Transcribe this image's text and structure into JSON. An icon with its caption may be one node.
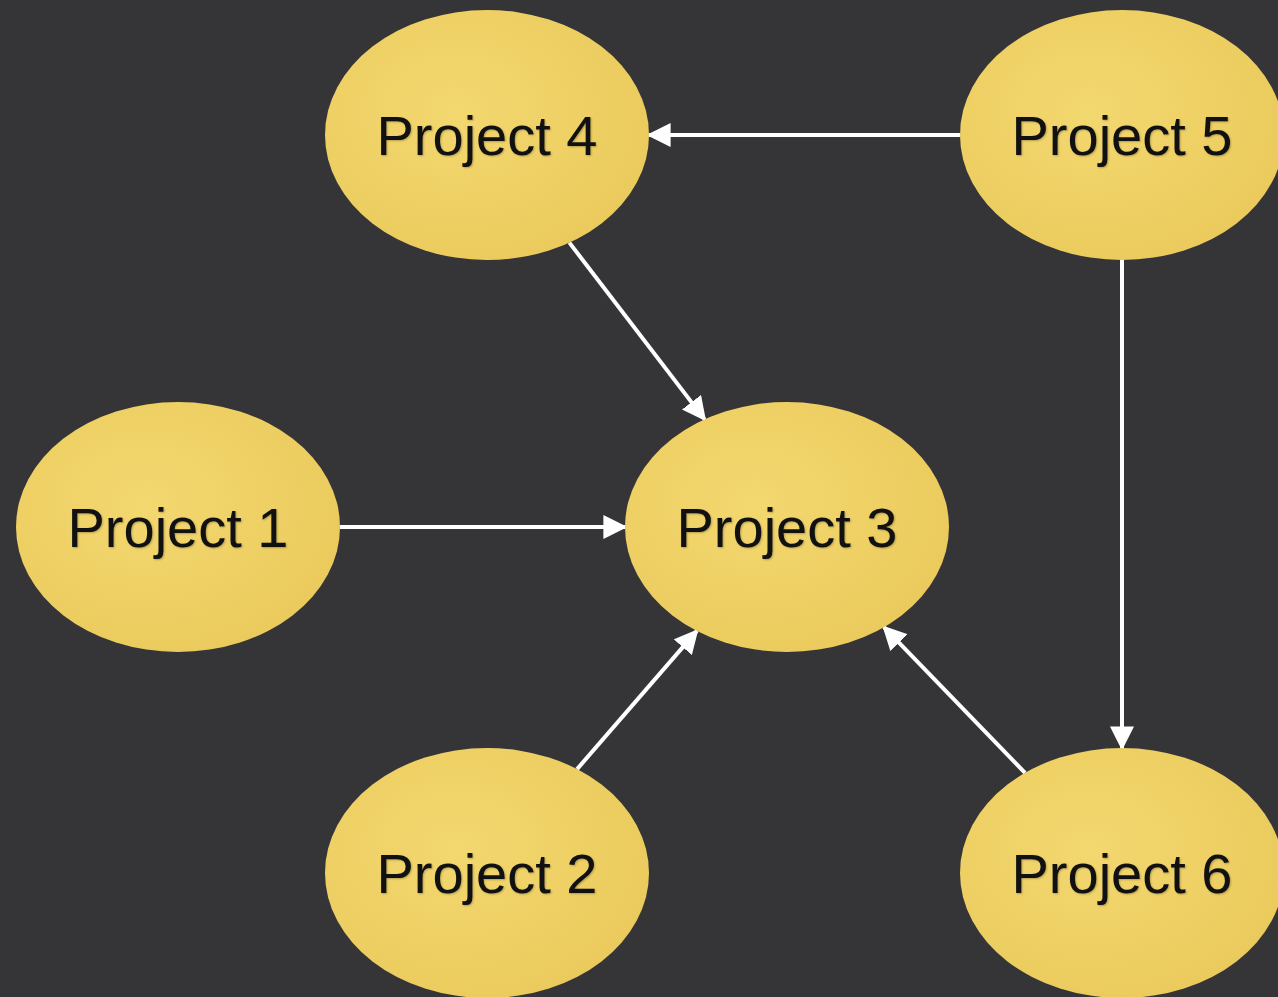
{
  "diagram": {
    "nodes": [
      {
        "text": [
          "Project 4"
        ]
      },
      {
        "text": [
          "Project 5"
        ]
      },
      {
        "text": [
          "Project 1"
        ]
      },
      {
        "text": [
          "Project 3"
        ]
      },
      {
        "text": [
          "Project 2"
        ]
      },
      {
        "text": [
          "Project 6"
        ]
      }
    ],
    "edges": [
      {
        "from": 1,
        "to": 0,
        "arrow": "to"
      },
      {
        "from": 0,
        "to": 3,
        "arrow": "to"
      },
      {
        "from": 2,
        "to": 3,
        "arrow": "to"
      },
      {
        "from": 4,
        "to": 3,
        "arrow": "to"
      },
      {
        "from": 5,
        "to": 3,
        "arrow": "to"
      },
      {
        "from": 1,
        "to": 5,
        "arrow": "to"
      }
    ]
  }
}
